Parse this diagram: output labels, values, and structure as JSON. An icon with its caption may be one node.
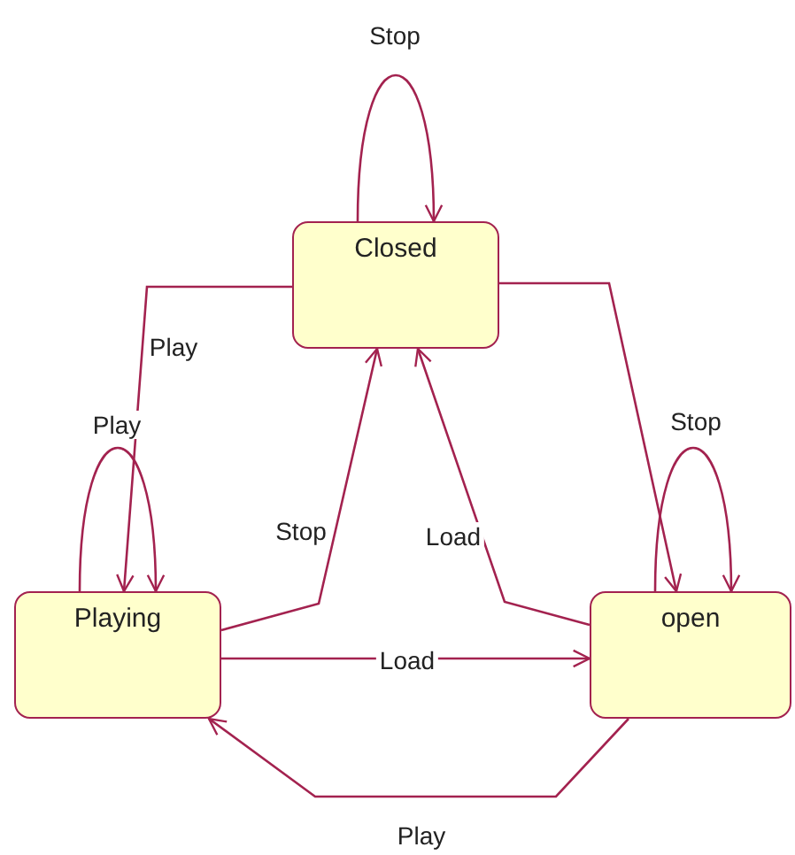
{
  "diagram": {
    "nodes": [
      {
        "text": [
          "Closed"
        ]
      },
      {
        "text": [
          "Playing"
        ]
      },
      {
        "text": [
          "open"
        ]
      }
    ],
    "edges": [
      {
        "from": 0,
        "to": 0,
        "arrow": "to",
        "label": "Stop"
      },
      {
        "from": 0,
        "to": 1,
        "arrow": "to",
        "label": "Play"
      },
      {
        "from": 1,
        "to": 1,
        "arrow": "to",
        "label": "Play"
      },
      {
        "from": 1,
        "to": 0,
        "arrow": "to",
        "label": "Stop"
      },
      {
        "from": 2,
        "to": 0,
        "arrow": "to",
        "label": "Load"
      },
      {
        "from": 0,
        "to": 2,
        "arrow": "to"
      },
      {
        "from": 2,
        "to": 2,
        "arrow": "to",
        "label": "Stop"
      },
      {
        "from": 1,
        "to": 2,
        "arrow": "to",
        "label": "Load"
      },
      {
        "from": 2,
        "to": 1,
        "arrow": "to",
        "label": "Play"
      }
    ]
  }
}
